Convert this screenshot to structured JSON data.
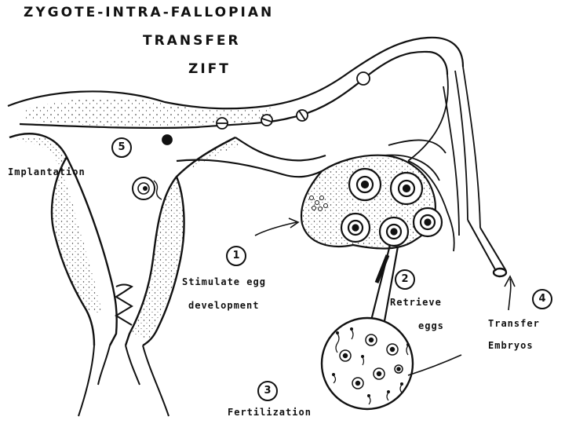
{
  "title": {
    "line1": "ZYGOTE-INTRA-FALLOPIAN",
    "line2": "TRANSFER",
    "line3": "ZIFT"
  },
  "steps": [
    {
      "number": "1",
      "label_lines": [
        "Stimulate egg",
        "development"
      ]
    },
    {
      "number": "2",
      "label_lines": [
        "Retrieve",
        "eggs"
      ]
    },
    {
      "number": "3",
      "label_lines": [
        "Fertilization"
      ]
    },
    {
      "number": "4",
      "label_lines": [
        "Transfer",
        "Embryos"
      ]
    },
    {
      "number": "5",
      "label_lines": [
        "Implantation"
      ]
    }
  ]
}
